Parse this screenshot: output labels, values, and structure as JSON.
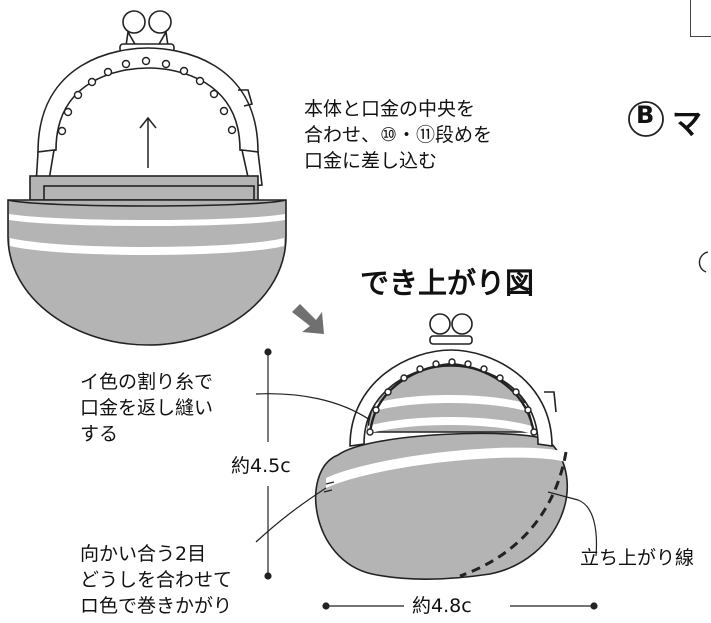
{
  "instruction": {
    "line1": "本体と口金の中央を",
    "line2": "合わせ、⑩・⑪段めを",
    "line3": "口金に差し込む"
  },
  "section_b": {
    "badge": "B",
    "text": "マ"
  },
  "finished_title": "でき上がり図",
  "annotations": {
    "sew_note": [
      "イ色の割り糸で",
      "口金を返し縫い",
      "する"
    ],
    "join_note": [
      "向かい合う2目",
      "どうしを合わせて",
      "ロ色で巻きかがり"
    ],
    "rise_line": "立ち上がり線"
  },
  "dimensions": {
    "height": "約4.5c",
    "width": "約4.8c"
  },
  "colors": {
    "fill_gray": "#b4b4b4",
    "stripe_white": "#ffffff",
    "arrow_gray": "#707070",
    "line": "#222222"
  }
}
